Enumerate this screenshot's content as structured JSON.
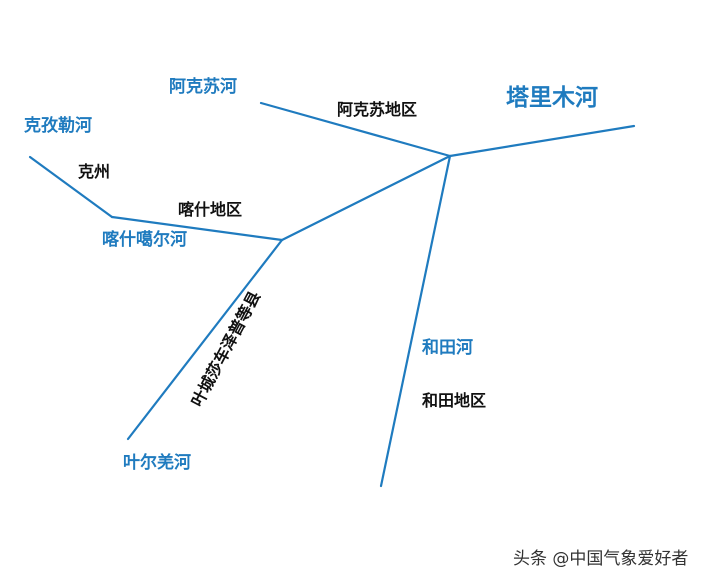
{
  "rivers": {
    "tarim": "塔里木河",
    "aksu": "阿克苏河",
    "kizil": "克孜勒河",
    "kashgar": "喀什噶尔河",
    "hotan": "和田河",
    "yarkand": "叶尔羌河"
  },
  "regions": {
    "aksu": "阿克苏地区",
    "kezhou": "克州",
    "kashgar": "喀什地区",
    "hotan": "和田地区",
    "counties": "叶城莎车泽普等县"
  },
  "watermark": "头条 @中国气象爱好者",
  "colors": {
    "river_line": "#1f7bbf",
    "river_label": "#1f7bbf",
    "region_label": "#111111",
    "background": "#ffffff"
  }
}
